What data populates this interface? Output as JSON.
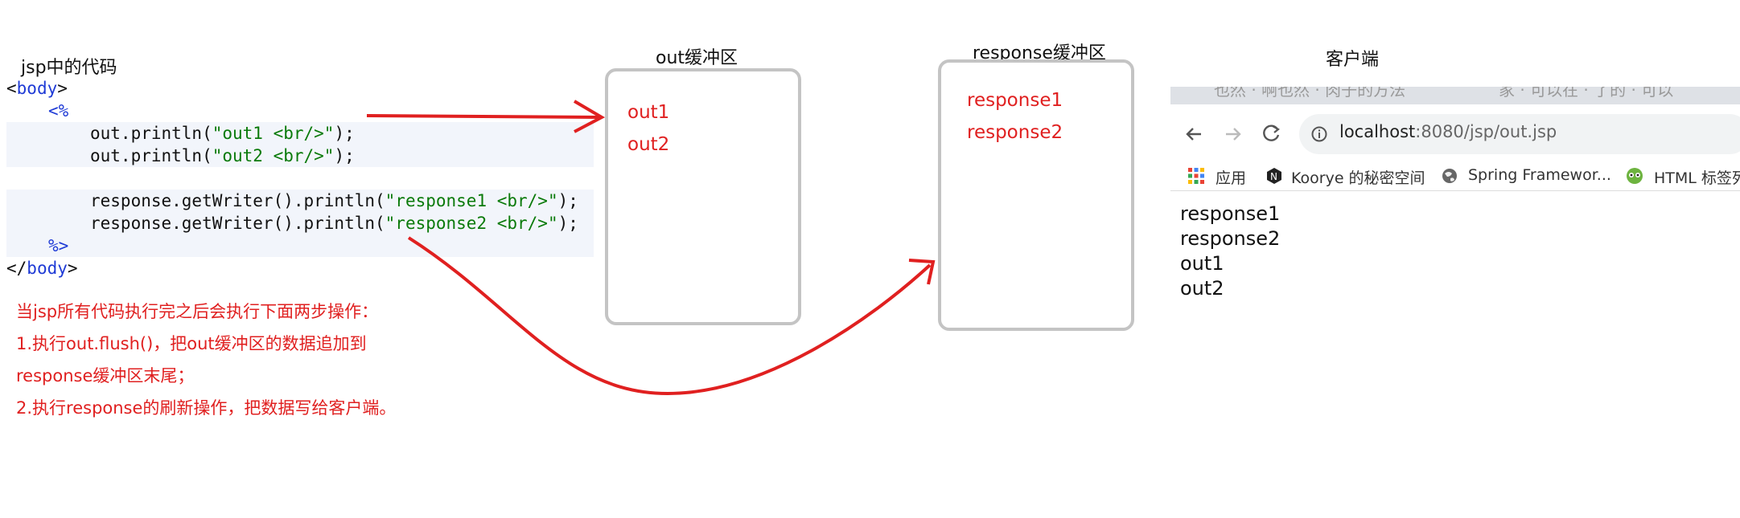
{
  "left_title": "jsp中的代码",
  "code": {
    "body_open_lt": "<",
    "body_open_tag": "body",
    "body_open_gt": ">",
    "scriptlet_open": "<%",
    "line_out1_prefix": "out.println(",
    "line_out1_str": "\"out1 <br/>\"",
    "line_out2_prefix": "out.println(",
    "line_out2_str": "\"out2 <br/>\"",
    "line_resp1_prefix": "response.getWriter().println(",
    "line_resp1_str": "\"response1 <br/>\"",
    "line_resp2_prefix": "response.getWriter().println(",
    "line_resp2_str": "\"response2 <br/>\"",
    "line_suffix": ");",
    "scriptlet_close": "%>",
    "body_close_lt": "</",
    "body_close_tag": "body",
    "body_close_gt": ">"
  },
  "out_buffer": {
    "title": "out缓冲区",
    "items": [
      "out1",
      "out2"
    ]
  },
  "response_buffer": {
    "title": "response缓冲区",
    "items": [
      "response1",
      "response2"
    ]
  },
  "client": {
    "title": "客户端"
  },
  "browser": {
    "url_host": "localhost",
    "url_rest": ":8080/jsp/out.jsp",
    "bookmarks": [
      "应用",
      "Koorye 的秘密空间",
      "Spring Framewor...",
      "HTML 标签列"
    ],
    "tab_fragment_1": "也然 · 啊也然 · 肉子的方法",
    "tab_fragment_2": "家 · 可以在 · 了的 · 可以",
    "output_lines": [
      "response1",
      "response2",
      "out1",
      "out2"
    ]
  },
  "notes": [
    "当jsp所有代码执行完之后会执行下面两步操作：",
    "1.执行out.flush()，把out缓冲区的数据追加到",
    "response缓冲区末尾；",
    "2.执行response的刷新操作，把数据写给客户端。"
  ],
  "colors": {
    "accent": "#e02020",
    "tag": "#1f3bd6",
    "string": "#0a7a0a",
    "box_border": "#c4c4c4"
  }
}
